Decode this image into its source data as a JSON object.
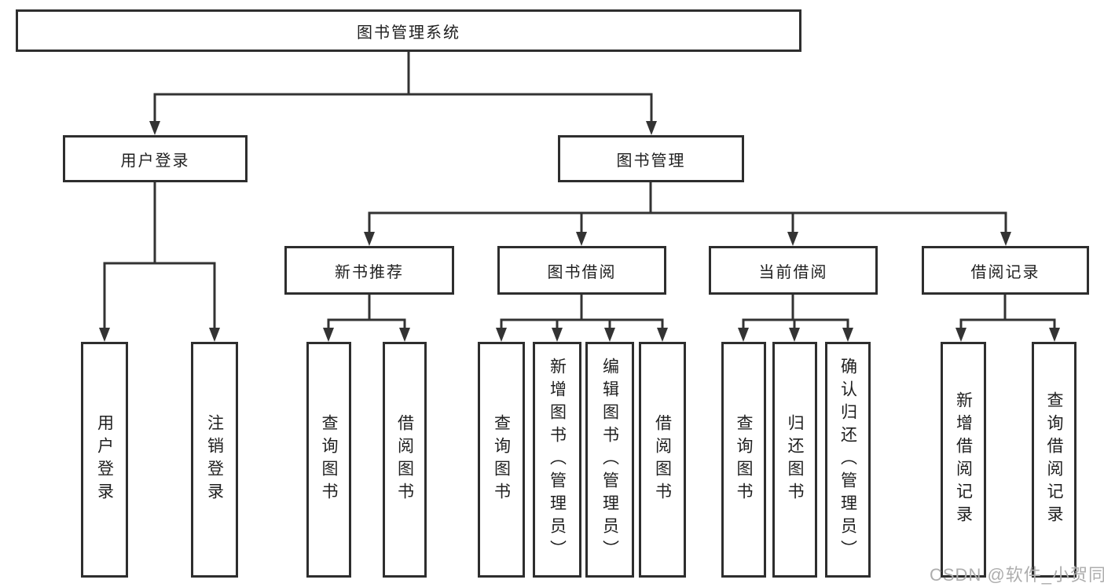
{
  "colors": {
    "line": "#333333",
    "box_border": "#2e2e2e",
    "text": "#1f1f1f",
    "watermark_text": "#adadad",
    "background": "#ffffff"
  },
  "watermark": "CSDN @软件_小贺同学",
  "diagram": {
    "root": {
      "label": "图书管理系统"
    },
    "branches": [
      {
        "label": "用户登录",
        "children": [
          {
            "label": "用户登录"
          },
          {
            "label": "注销登录"
          }
        ]
      },
      {
        "label": "图书管理",
        "children": [
          {
            "label": "新书推荐",
            "children": [
              {
                "label": "查询图书"
              },
              {
                "label": "借阅图书"
              }
            ]
          },
          {
            "label": "图书借阅",
            "children": [
              {
                "label": "查询图书"
              },
              {
                "label": "新增图书（管理员）"
              },
              {
                "label": "编辑图书（管理员）"
              },
              {
                "label": "借阅图书"
              }
            ]
          },
          {
            "label": "当前借阅",
            "children": [
              {
                "label": "查询图书"
              },
              {
                "label": "归还图书"
              },
              {
                "label": "确认归还（管理员）"
              }
            ]
          },
          {
            "label": "借阅记录",
            "children": [
              {
                "label": "新增借阅记录"
              },
              {
                "label": "查询借阅记录"
              }
            ]
          }
        ]
      }
    ]
  }
}
